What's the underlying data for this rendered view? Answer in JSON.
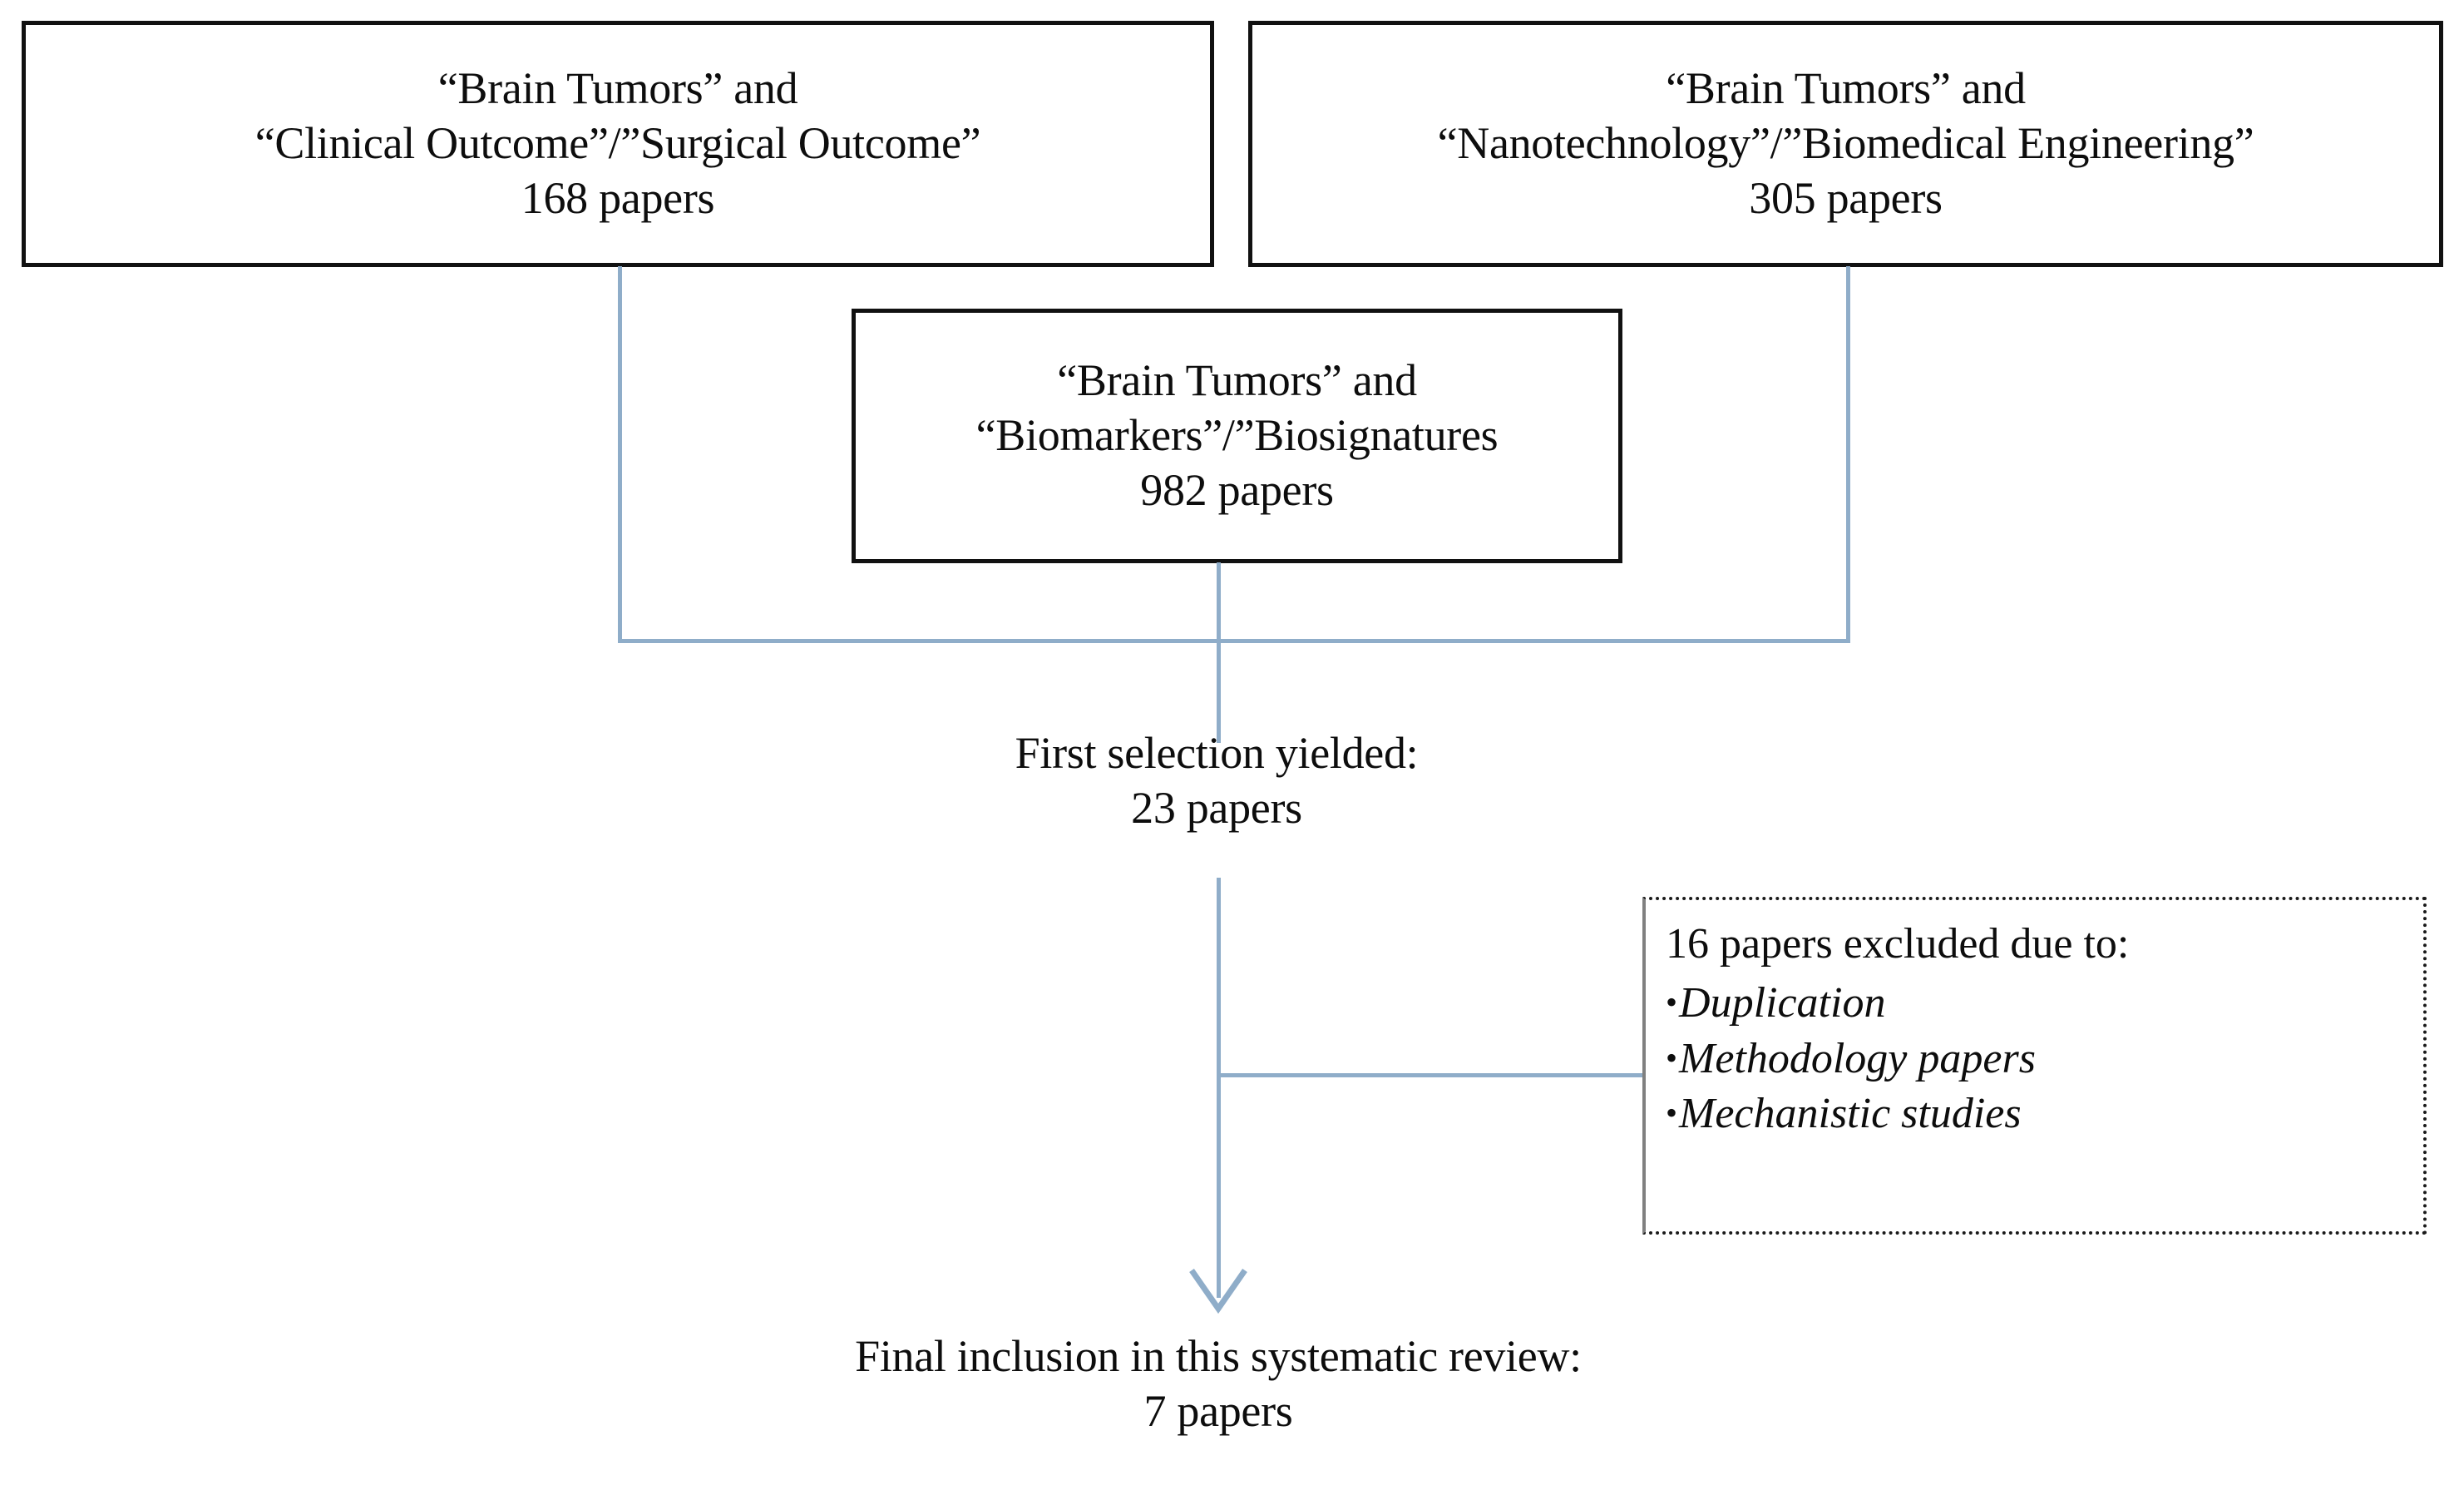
{
  "chart_data": {
    "type": "diagram",
    "title": "Systematic review literature-selection flowchart",
    "nodes": [
      {
        "id": "clinical",
        "label": "“Brain Tumors” and “Clinical Outcome”/”Surgical Outcome”",
        "count": 168,
        "unit": "papers"
      },
      {
        "id": "nano",
        "label": "“Brain Tumors” and “Nanotechnology”/”Biomedical Engineering”",
        "count": 305,
        "unit": "papers"
      },
      {
        "id": "biomarker",
        "label": "“Brain Tumors” and “Biomarkers”/”Biosignatures",
        "count": 982,
        "unit": "papers"
      },
      {
        "id": "first",
        "label": "First selection yielded:",
        "count": 23,
        "unit": "papers"
      },
      {
        "id": "excluded",
        "label": "16 papers excluded due to:",
        "count": 16,
        "unit": "papers"
      },
      {
        "id": "final",
        "label": "Final inclusion in this systematic review:",
        "count": 7,
        "unit": "papers"
      }
    ]
  },
  "boxes": {
    "clinical": {
      "line1": "“Brain Tumors” and",
      "line2": "“Clinical Outcome”/”Surgical Outcome”",
      "line3": "168 papers"
    },
    "nano": {
      "line1": "“Brain Tumors” and",
      "line2": "“Nanotechnology”/”Biomedical Engineering”",
      "line3": "305 papers"
    },
    "biomarker": {
      "line1": "“Brain Tumors” and",
      "line2": "“Biomarkers”/”Biosignatures",
      "line3": "982 papers"
    }
  },
  "first_selection": {
    "line1": "First selection yielded:",
    "line2": "23 papers"
  },
  "excluded": {
    "heading": "16 papers excluded due to:",
    "bullet": "•",
    "items": [
      "Duplication",
      "Methodology papers",
      "Mechanistic studies"
    ]
  },
  "final": {
    "line1": "Final inclusion in this systematic review:",
    "line2": "7 papers"
  },
  "colors": {
    "connector": "#8FADC9",
    "box_border": "#111111",
    "dotted_border": "#1A1A1A",
    "text": "#0D0D0D",
    "background": "#FFFFFF"
  }
}
